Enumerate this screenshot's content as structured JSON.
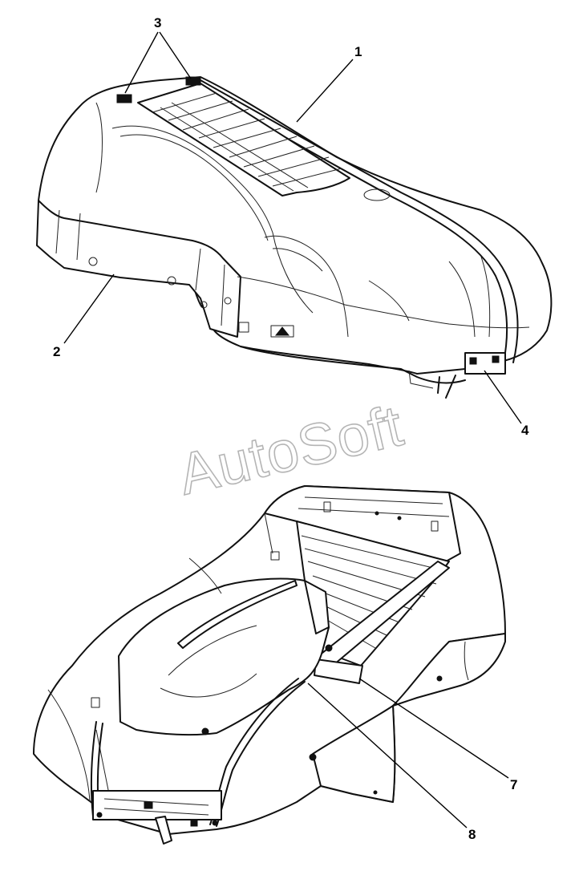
{
  "callouts": {
    "c1": "1",
    "c2": "2",
    "c3": "3",
    "c4": "4",
    "c7": "7",
    "c8": "8"
  },
  "watermark": "AutoSoft",
  "colors": {
    "line": "#111111",
    "watermark": "#b5b5b5",
    "background": "#ffffff"
  }
}
